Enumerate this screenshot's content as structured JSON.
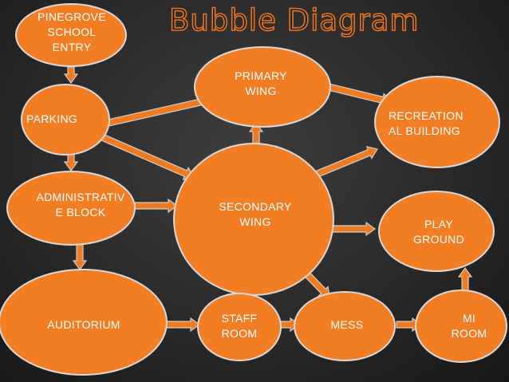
{
  "title": "Bubble Diagram",
  "colors": {
    "node_fill": "#f27d22",
    "node_stroke": "#d9d9d9",
    "arrow_fill": "#f07a1f",
    "arrow_stroke": "#cfcfcf",
    "title_outline": "#e9761f"
  },
  "nodes": {
    "entry": "PINEGROVE\nSCHOOL\nENTRY",
    "parking": "PARKING",
    "admin": "ADMINISTRATIV\nE BLOCK",
    "auditorium": "AUDITORIUM",
    "primary": "PRIMARY\nWING",
    "secondary": "SECONDARY\nWING",
    "recreation": "RECREATION\nAL BUILDING",
    "play": "PLAY\nGROUND",
    "staff": "STAFF\nROOM",
    "mess": "MESS",
    "mi": "MI\nROOM"
  },
  "edges": [
    {
      "from": "entry",
      "to": "parking"
    },
    {
      "from": "parking",
      "to": "admin"
    },
    {
      "from": "parking",
      "to": "primary"
    },
    {
      "from": "parking",
      "to": "secondary"
    },
    {
      "from": "admin",
      "to": "auditorium"
    },
    {
      "from": "admin",
      "to": "secondary"
    },
    {
      "from": "auditorium",
      "to": "staff"
    },
    {
      "from": "staff",
      "to": "mess"
    },
    {
      "from": "mess",
      "to": "mi"
    },
    {
      "from": "mi",
      "to": "play"
    },
    {
      "from": "secondary",
      "to": "primary"
    },
    {
      "from": "secondary",
      "to": "recreation"
    },
    {
      "from": "secondary",
      "to": "play"
    },
    {
      "from": "secondary",
      "to": "staff"
    },
    {
      "from": "secondary",
      "to": "mess"
    },
    {
      "from": "primary",
      "to": "recreation"
    }
  ]
}
